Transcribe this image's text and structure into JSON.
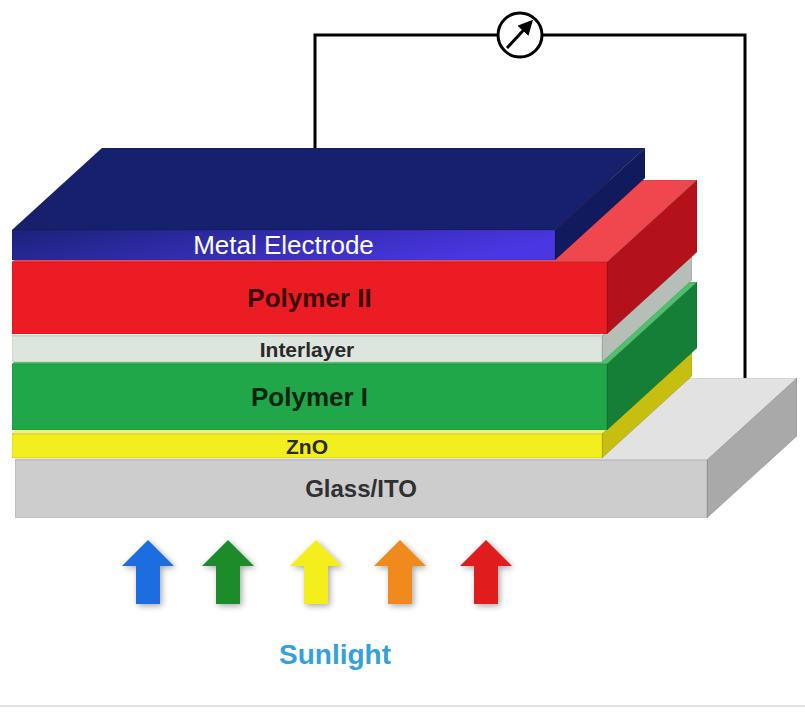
{
  "diagram": {
    "nodes": [
      {
        "text": [
          "Metal Electrode"
        ]
      },
      {
        "text": [
          "Polymer II"
        ]
      },
      {
        "text": [
          "Interlayer"
        ]
      },
      {
        "text": [
          "Polymer I"
        ]
      },
      {
        "text": [
          "ZnO"
        ]
      },
      {
        "text": [
          "Glass/ITO"
        ]
      }
    ],
    "edges": [
      {
        "from": 0,
        "to": 5,
        "arrow": "none"
      }
    ],
    "labels": [
      "Sunlight"
    ]
  }
}
